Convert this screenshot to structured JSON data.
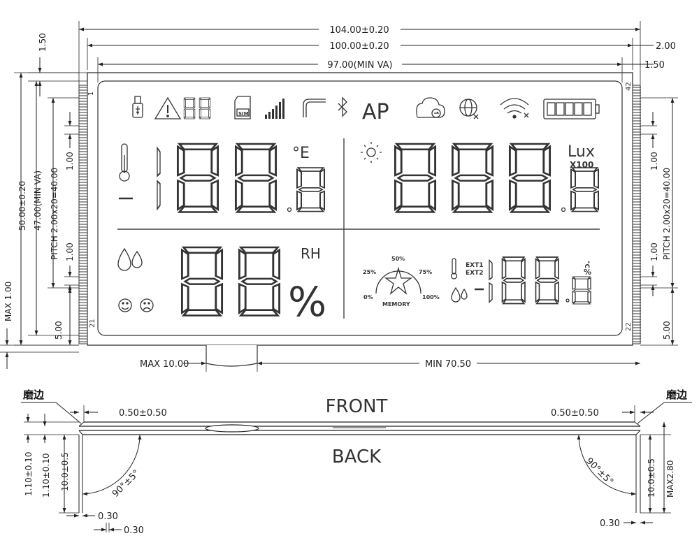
{
  "dims": {
    "total_width": "104.00±0.20",
    "glass_width": "100.00±0.20",
    "view_area": "97.00(MIN VA)",
    "right_offset_top": "2.00",
    "right_offset_va": "1.50",
    "top_offset": "1.50",
    "height_total": "50.00±0.20",
    "height_va": "47.00(MIN VA)",
    "pitch": "PITCH 2.00x20=40.00",
    "pin_width": "1.00",
    "pin_bottom": "5.00",
    "max_left": "MAX 1.00",
    "max_tab": "MAX 10.00",
    "min_pins": "MIN 70.50",
    "gap_left": "0.50±0.50",
    "gap_right": "0.50±0.50",
    "thk_1": "1.10±0.10",
    "thk_2": "1.10±0.10",
    "pin_len_left": "10.0±0.5",
    "pin_len_right": "10.0±0.5",
    "max_thk": "MAX2.80",
    "angle_left": "90°±5°",
    "angle_right": "90°±5°",
    "pin_pitch_a": "0.30",
    "pin_pitch_b": "0.30",
    "pin_pitch_c": "0.30"
  },
  "side_view": {
    "front": "FRONT",
    "back": "BACK",
    "edge_left": "磨边",
    "edge_right": "磨边"
  },
  "pins": {
    "p1": "1",
    "p21": "21",
    "p42": "42",
    "p22": "22"
  },
  "lcd": {
    "digits_top": "88",
    "sim": "SIM",
    "ap": "AP",
    "deg_e": "°E",
    "lux": "Lux",
    "x100": "X100",
    "rh": "RH",
    "percent": "%",
    "p50": "50%",
    "p25": "25%",
    "p75": "75%",
    "p0": "0%",
    "p100": "100%",
    "memory": "MEMORY",
    "ext1": "EXT1",
    "ext2": "EXT2",
    "small_c": "°C",
    "small_pct": "%"
  }
}
